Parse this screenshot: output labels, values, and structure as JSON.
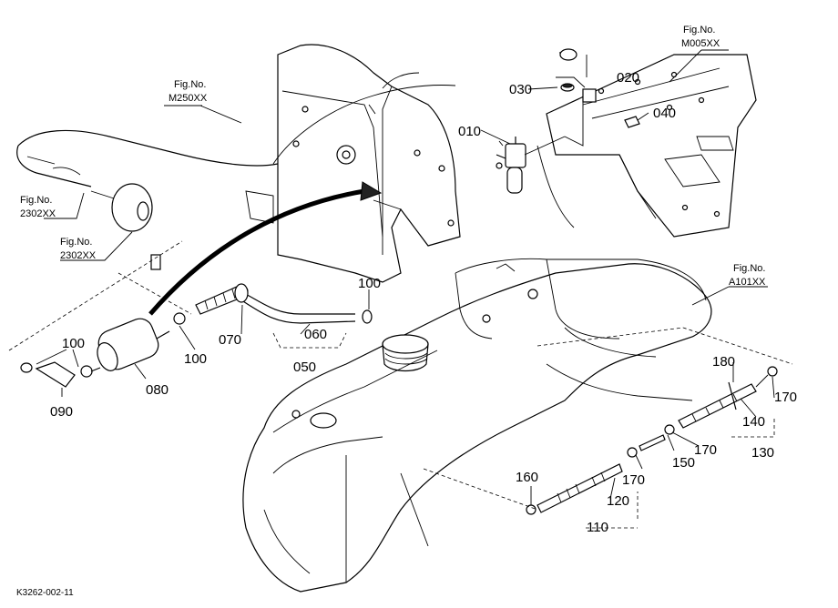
{
  "refs": [
    {
      "id": "ref-m250xx",
      "line1": "Fig.No.",
      "line2": "M250XX"
    },
    {
      "id": "ref-m005xx",
      "line1": "Fig.No.",
      "line2": "M005XX"
    },
    {
      "id": "ref-2302xx-a",
      "line1": "Fig.No.",
      "line2": "2302XX"
    },
    {
      "id": "ref-2302xx-b",
      "line1": "Fig.No.",
      "line2": "2302XX"
    },
    {
      "id": "ref-a101xx",
      "line1": "Fig.No.",
      "line2": "A101XX"
    }
  ],
  "parts": {
    "p010": "010",
    "p020": "020",
    "p030": "030",
    "p040": "040",
    "p050": "050",
    "p060": "060",
    "p070": "070",
    "p080": "080",
    "p090": "090",
    "p100a": "100",
    "p100b": "100",
    "p100c": "100",
    "p110": "110",
    "p120": "120",
    "p130": "130",
    "p140": "140",
    "p150": "150",
    "p160": "160",
    "p170a": "170",
    "p170b": "170",
    "p170c": "170",
    "p180": "180"
  },
  "drawing_code": "K3262-002-11"
}
